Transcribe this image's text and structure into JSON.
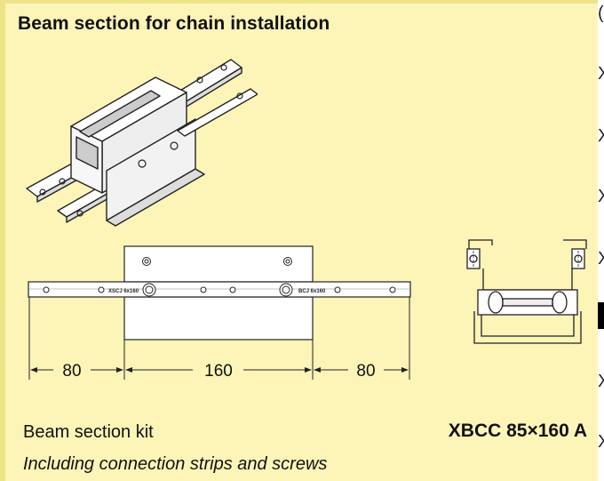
{
  "header": {
    "title": "Beam section for chain installation"
  },
  "drawing": {
    "dimensions": {
      "left": "80",
      "center": "160",
      "right": "80"
    },
    "strip_labels": {
      "left": "XSCJ 6x160",
      "right": "BCJ 6x160"
    }
  },
  "product": {
    "name": "Beam section kit",
    "code": "XBCC 85×160 A",
    "note": "Including connection strips and screws"
  },
  "right_column": {
    "items": [
      "(",
      "X",
      "X",
      "X",
      "X",
      "X",
      "X"
    ]
  }
}
